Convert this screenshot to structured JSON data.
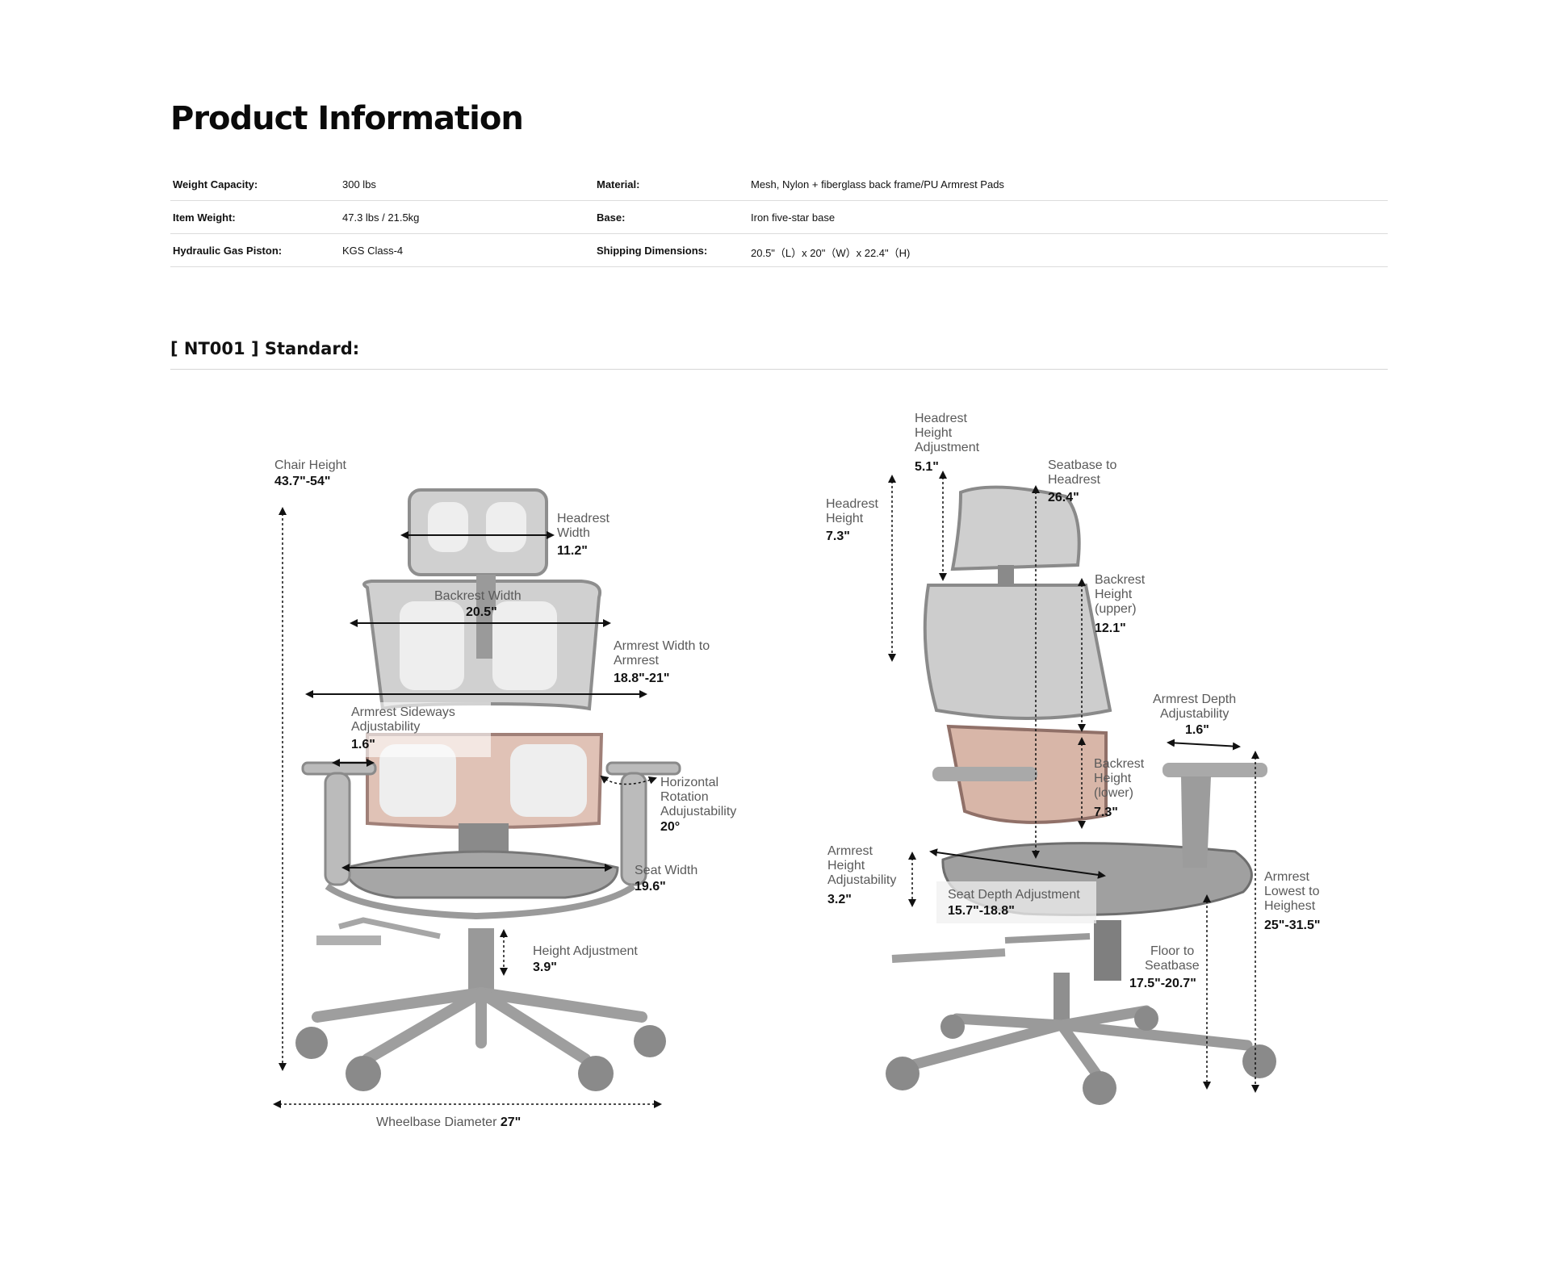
{
  "title": "Product Information",
  "specs": [
    {
      "label1": "Weight Capacity:",
      "value1": "300 lbs",
      "label2": "Material:",
      "value2": "Mesh, Nylon + fiberglass back frame/PU Armrest Pads"
    },
    {
      "label1": "Item Weight:",
      "value1": "47.3 lbs / 21.5kg",
      "label2": "Base:",
      "value2": "Iron five-star base"
    },
    {
      "label1": "Hydraulic Gas Piston:",
      "value1": "KGS Class-4",
      "label2": "Shipping Dimensions:",
      "value2": "20.5\"（L）x 20\"（W）x 22.4\"（H)"
    }
  ],
  "section": "[ NT001 ]  Standard:",
  "front": {
    "chair_height": {
      "label": "Chair Height",
      "value": "43.7\"-54\""
    },
    "headrest_width": {
      "label1": "Headrest",
      "label2": "Width",
      "value": "11.2\""
    },
    "backrest_width": {
      "label": "Backrest Width",
      "value": "20.5\""
    },
    "armrest_width": {
      "label1": "Armrest Width to",
      "label2": "Armrest",
      "value": "18.8\"-21\""
    },
    "armrest_sideways": {
      "label1": "Armrest Sideways",
      "label2": "Adjustability",
      "value": "1.6\""
    },
    "horizontal_rotation": {
      "label1": "Horizontal",
      "label2": "Rotation",
      "label3": "Adujustability",
      "value": "20°"
    },
    "seat_width": {
      "label": "Seat Width",
      "value": "19.6\""
    },
    "height_adjustment": {
      "label": "Height Adjustment",
      "value": "3.9\""
    },
    "wheelbase": {
      "label": "Wheelbase Diameter ",
      "value": "27\""
    }
  },
  "side": {
    "headrest_height_adj": {
      "label1": "Headrest",
      "label2": "Height",
      "label3": "Adjustment",
      "value": "5.1\""
    },
    "seatbase_to_headrest": {
      "label1": "Seatbase to",
      "label2": "Headrest",
      "value": "26.4\""
    },
    "headrest_height": {
      "label1": "Headrest",
      "label2": "Height",
      "value": "7.3\""
    },
    "backrest_upper": {
      "label1": "Backrest",
      "label2": "Height",
      "label3": "(upper)",
      "value": "12.1\""
    },
    "armrest_depth": {
      "label1": "Armrest Depth",
      "label2": "Adjustability",
      "value": "1.6\""
    },
    "backrest_lower": {
      "label1": "Backrest",
      "label2": "Height",
      "label3": "(lower)",
      "value": "7.3\""
    },
    "armrest_height_adj": {
      "label1": "Armrest",
      "label2": "Height",
      "label3": "Adjustability",
      "value": "3.2\""
    },
    "seat_depth": {
      "label": "Seat Depth Adjustment",
      "value": "15.7\"-18.8\""
    },
    "floor_to_seatbase": {
      "label1": "Floor to",
      "label2": "Seatbase",
      "value": "17.5\"-20.7\""
    },
    "armrest_lowest": {
      "label1": "Armrest",
      "label2": "Lowest to",
      "label3": "Heighest",
      "value": "25\"-31.5\""
    }
  }
}
